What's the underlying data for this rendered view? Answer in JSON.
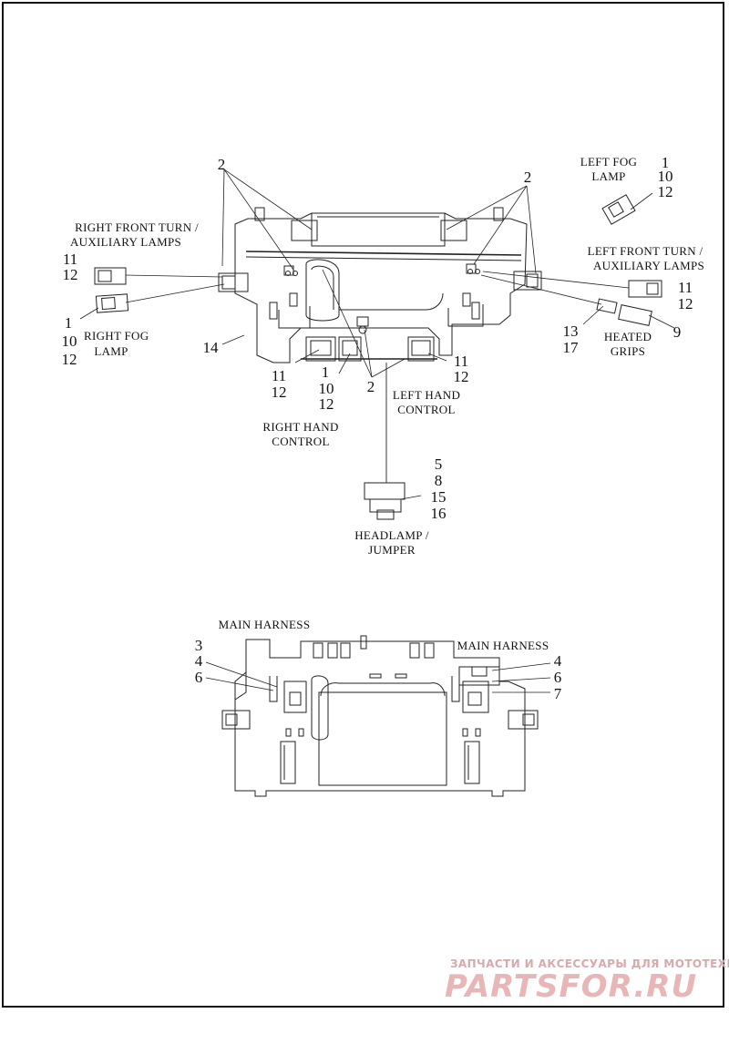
{
  "labels": {
    "right_front_turn": "RIGHT FRONT TURN /",
    "aux_lamps_right": "AUXILIARY LAMPS",
    "right_fog": "RIGHT FOG",
    "lamp_right": "LAMP",
    "left_fog": "LEFT FOG",
    "lamp_left": "LAMP",
    "left_front_turn": "LEFT FRONT TURN /",
    "aux_lamps_left": "AUXILIARY LAMPS",
    "heated": "HEATED",
    "grips": "GRIPS",
    "left_hand": "LEFT HAND",
    "control_left": "CONTROL",
    "right_hand": "RIGHT HAND",
    "control_right": "CONTROL",
    "headlamp": "HEADLAMP /",
    "jumper": "JUMPER",
    "main_harness_left": "MAIN HARNESS",
    "main_harness_right": "MAIN HARNESS"
  },
  "callouts": {
    "c2_topleft": "2",
    "c2_topright": "2",
    "c2_center": "2",
    "lf_1": "1",
    "lf_10": "10",
    "lf_12": "12",
    "rt_11": "11",
    "rt_12": "12",
    "rf_1": "1",
    "rf_10": "10",
    "rf_12": "12",
    "c14": "14",
    "rh_11": "11",
    "rh_12": "12",
    "rh2_1": "1",
    "rh2_10": "10",
    "rh2_12": "12",
    "lh_11": "11",
    "lh_12": "12",
    "lt_11": "11",
    "lt_12": "12",
    "hg_13": "13",
    "hg_17": "17",
    "hg_9": "9",
    "hl_5": "5",
    "hl_8": "8",
    "hl_15": "15",
    "hl_16": "16",
    "mh_3": "3",
    "mh_4": "4",
    "mh_6": "6",
    "mhr_4": "4",
    "mhr_6": "6",
    "mhr_7": "7"
  },
  "watermark": {
    "tagline": "ЗАПЧАСТИ И АКСЕССУАРЫ ДЛЯ МОТОТЕХНИКИ",
    "logo": "PARTSFOR.RU",
    "color": "#e8b6b6"
  }
}
